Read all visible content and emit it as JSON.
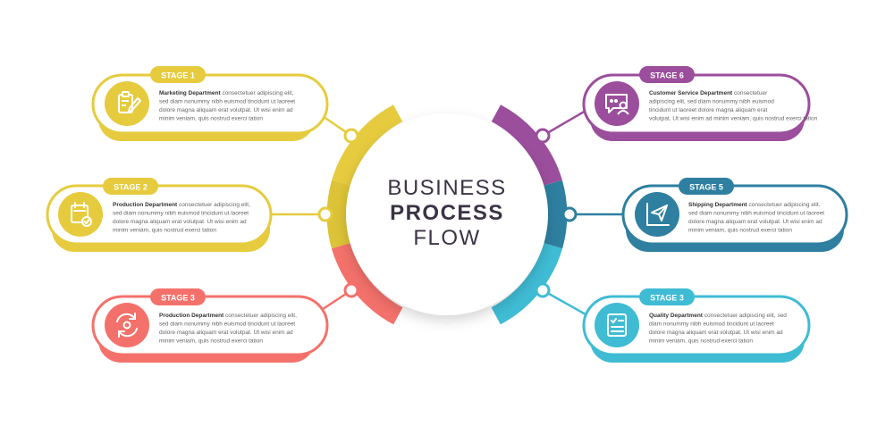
{
  "title": {
    "line1": "BUSINESS",
    "line2": "PROCESS",
    "line3": "FLOW"
  },
  "stages": [
    {
      "badge": "STAGE 1",
      "heading": "Marketing Department",
      "body": "consectetuer adipiscing elit, sed diam nonummy nibh euismod tincidunt ut laoreet dolore magna aliquam erat volutpat. Ut wisi enim ad minim veniam, quis nostrud exerci tation",
      "icon": "clipboard-pen-icon",
      "color": "#E6CB3E"
    },
    {
      "badge": "STAGE 2",
      "heading": "Production Department",
      "body": "consectetuer adipiscing elit, sed diam nonummy nibh euismod tincidunt ut laoreet dolore magna aliquam erat volutpat. Ut wisi enim ad minim veniam, quis nostrud exerci tation",
      "icon": "calendar-check-icon",
      "color": "#E6CB3E"
    },
    {
      "badge": "STAGE 3",
      "heading": "Production Department",
      "body": "consectetuer adipiscing elit, sed diam nonummy nibh euismod tincidunt ut laoreet dolore magna aliquam erat volutpat. Ut wisi enim ad minim veniam, quis nostrud exerci tation",
      "icon": "cycle-arrows-icon",
      "color": "#F4716B"
    },
    {
      "badge": "STAGE 6",
      "heading": "Customer Service Department",
      "body": "consectetuer adipiscing elit, sed diam nonummy nibh euismod tincidunt ut laoreet dolore magna aliquam erat volutpat. Ut wisi enim ad minim veniam, quis nostrud exerci tation",
      "icon": "chat-user-icon",
      "color": "#9B4E9C"
    },
    {
      "badge": "STAGE 5",
      "heading": "Shipping Department",
      "body": "consectetuer adipiscing elit, sed diam nonummy nibh euismod tincidunt ut laoreet dolore magna aliquam erat volutpat. Ut wisi enim ad minim veniam, quis nostrud exerci tation",
      "icon": "paper-plane-chart-icon",
      "color": "#2E7FA0"
    },
    {
      "badge": "STAGE 3",
      "heading": "Quality Department",
      "body": "consectetuer adipiscing elit, sed diam nonummy nibh euismod tincidunt ut laoreet dolore magna aliquam erat volutpat. Ut wisi enim ad minim veniam, quis nostrud exerci tation",
      "icon": "checklist-icon",
      "color": "#3FBCD4"
    }
  ],
  "stock_id": "570093020"
}
